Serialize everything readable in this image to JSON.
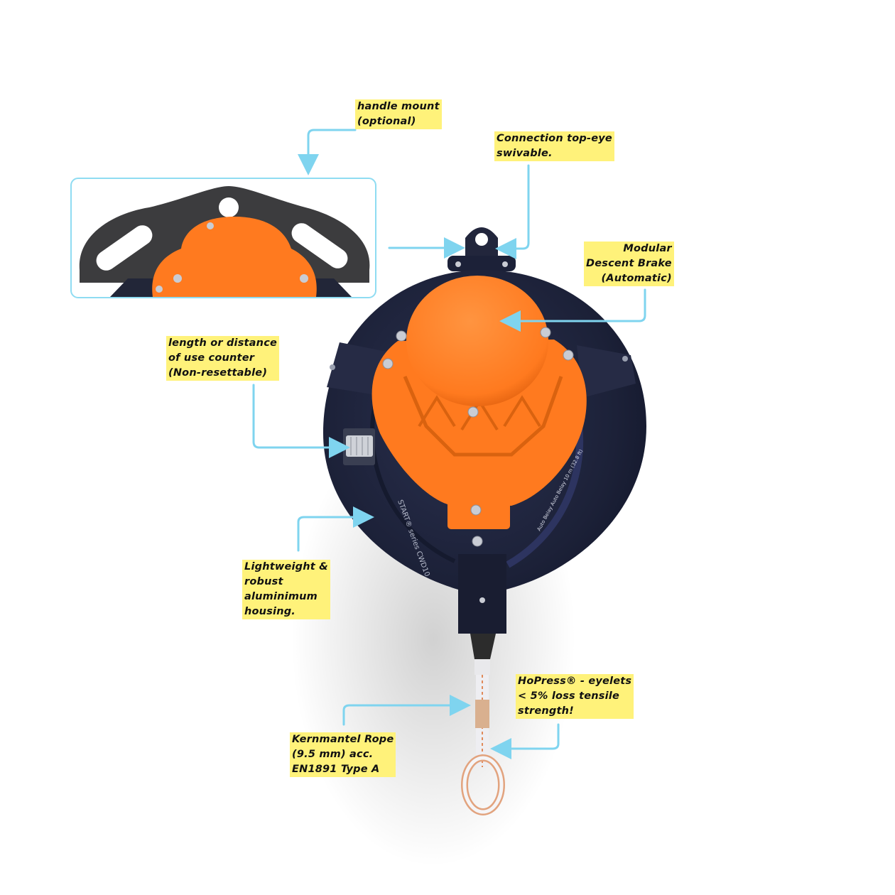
{
  "callouts": {
    "handle_mount": [
      "handle mount",
      "(optional)"
    ],
    "top_eye": [
      "Connection top-eye",
      "swivable."
    ],
    "descent_brake": [
      "Modular",
      "Descent Brake",
      "(Automatic)"
    ],
    "counter": [
      "length or distance",
      "of use counter",
      "(Non-resettable)"
    ],
    "housing": [
      "Lightweight &",
      "robust",
      "aluminimum",
      "housing."
    ],
    "hopress": [
      "HoPress® - eyelets",
      "< 5% loss tensile",
      "strength!"
    ],
    "rope": [
      "Kernmantel Rope",
      "(9.5 mm) acc.",
      "EN1891 Type A"
    ]
  },
  "device_labels": {
    "series": "START® series CWD10",
    "ring_text": "Auto Belay Auto Belay 10 m (32.8 ft)"
  },
  "colors": {
    "housing": "#1c2138",
    "orange": "#ff7a1f",
    "note_bg": "#fff27a",
    "arrow": "#7fd4ef"
  }
}
